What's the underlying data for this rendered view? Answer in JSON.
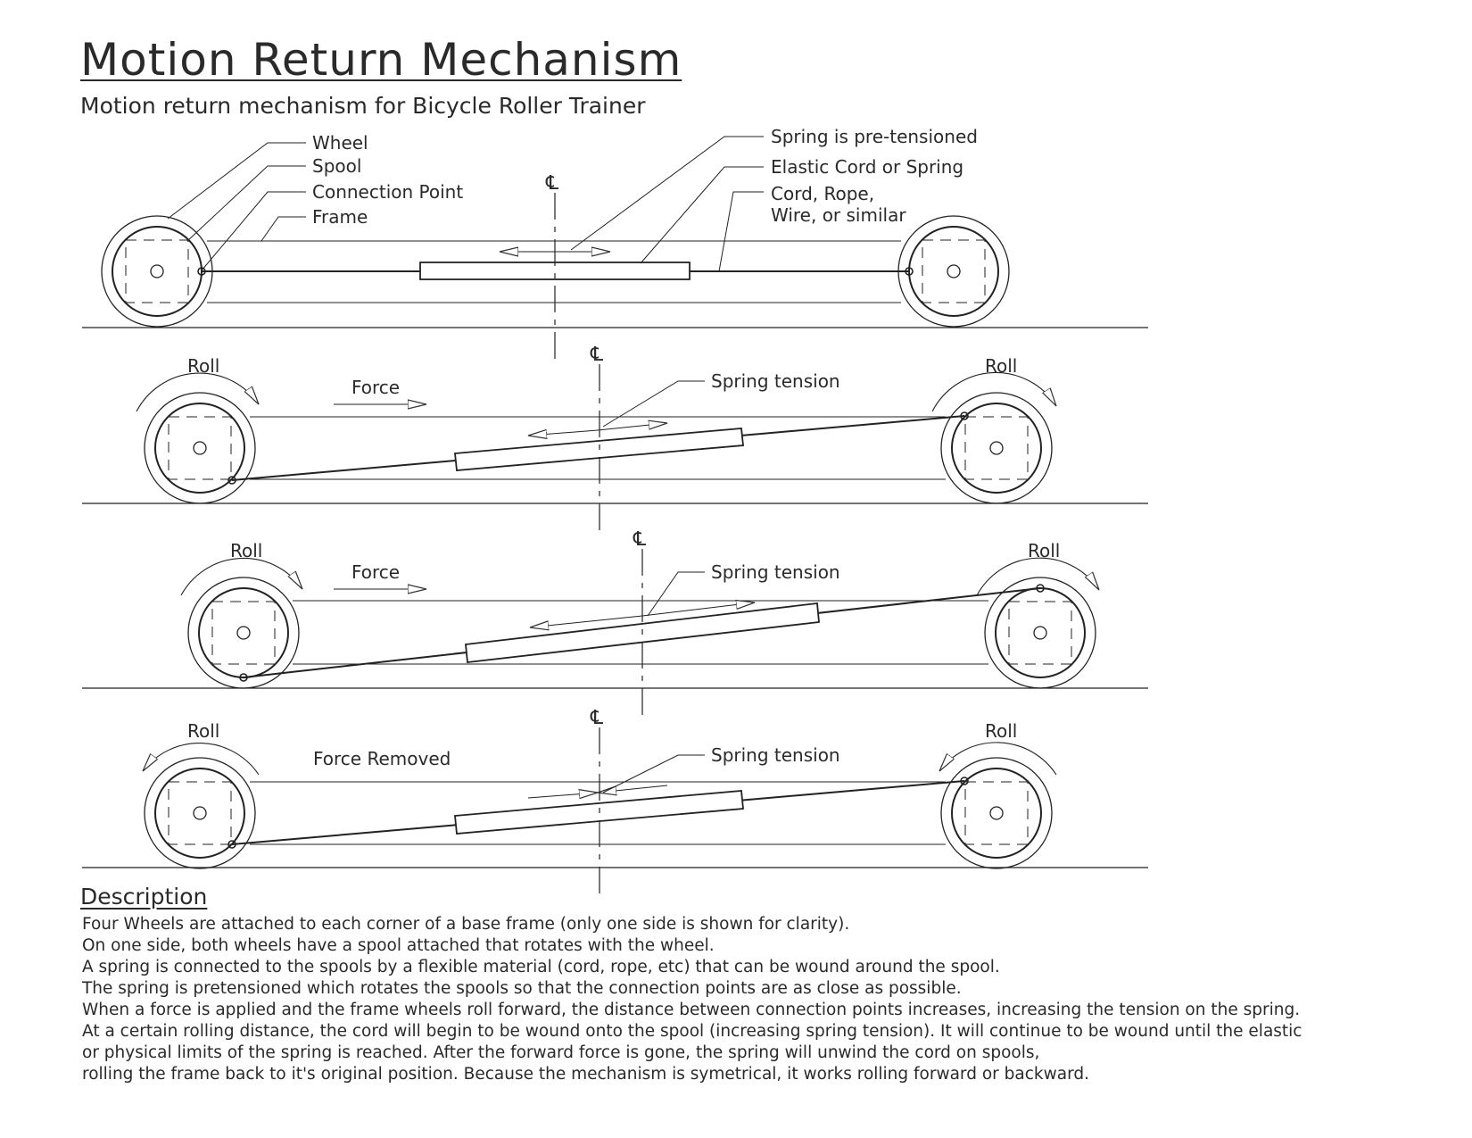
{
  "title": "Motion Return Mechanism",
  "subtitle": "Motion return mechanism for Bicycle Roller Trainer",
  "centerline_symbol": "℄",
  "panel1": {
    "labels": {
      "wheel": "Wheel",
      "spool": "Spool",
      "connection_point": "Connection Point",
      "frame": "Frame",
      "spring_pretensioned": "Spring is pre-tensioned",
      "elastic_cord": "Elastic Cord or Spring",
      "cord_line1": "Cord, Rope,",
      "cord_line2": "Wire, or similar"
    }
  },
  "panel2": {
    "roll_left": "Roll",
    "roll_right": "Roll",
    "force": "Force",
    "spring": "Spring tension"
  },
  "panel3": {
    "roll_left": "Roll",
    "roll_right": "Roll",
    "force": "Force",
    "spring": "Spring tension"
  },
  "panel4": {
    "roll_left": "Roll",
    "roll_right": "Roll",
    "force": "Force Removed",
    "spring": "Spring tension"
  },
  "description": {
    "heading": "Description",
    "lines": [
      "Four Wheels are attached to each corner of a base frame (only one side is shown for clarity).",
      "On one side, both wheels have a spool attached that rotates with the wheel.",
      "A spring is connected to the spools by a flexible material (cord, rope, etc) that can be wound around the spool.",
      "The spring is pretensioned which rotates the spools so that the connection points are as close as possible.",
      "When a force is applied and the frame wheels roll forward, the distance between connection points increases, increasing the tension on the spring.",
      "At a certain rolling distance, the cord will begin to be wound onto the spool (increasing spring tension).  It will continue to be wound until the elastic",
      "or physical limits of the spring is reached.  After the forward force is gone, the spring will unwind the cord on spools,",
      "rolling the frame back to it's original position.  Because the mechanism is symetrical, it works rolling forward or backward."
    ]
  }
}
